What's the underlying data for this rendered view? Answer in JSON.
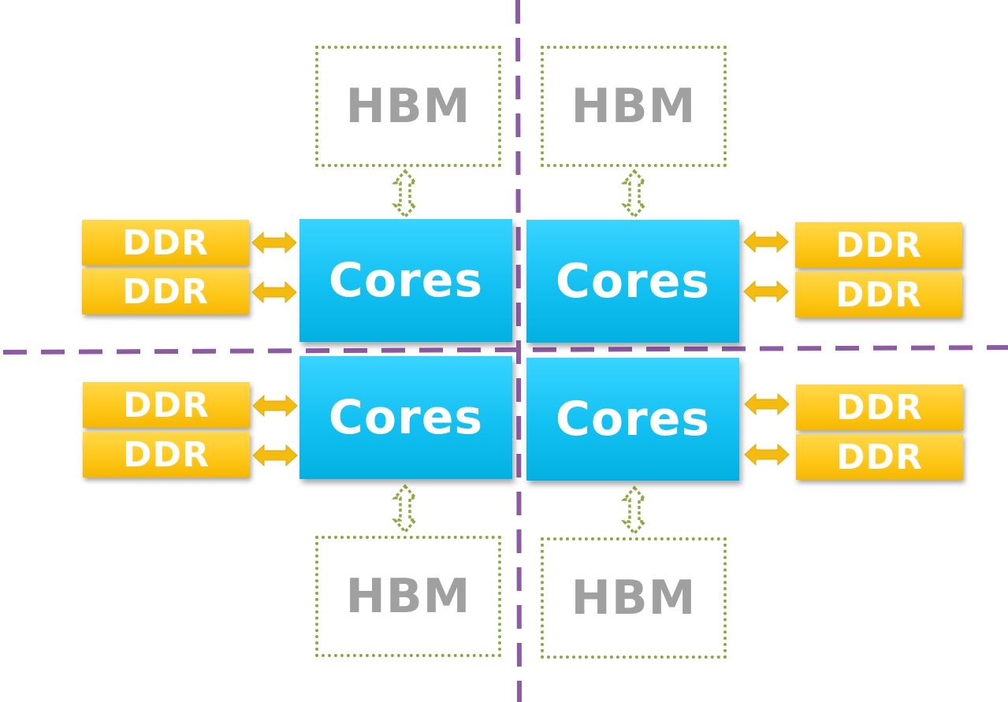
{
  "colors": {
    "cores": "#12c0f2",
    "ddr": "#ffc81b",
    "hbm_border": "#8aaa3e",
    "hbm_text": "#a0a0a0",
    "divider": "#8e5aa6",
    "ddr_arrow": "#f5bc10"
  },
  "quadrants": [
    {
      "cores": "Cores",
      "hbm": "HBM",
      "ddr": [
        "DDR",
        "DDR"
      ]
    },
    {
      "cores": "Cores",
      "hbm": "HBM",
      "ddr": [
        "DDR",
        "DDR"
      ]
    },
    {
      "cores": "Cores",
      "hbm": "HBM",
      "ddr": [
        "DDR",
        "DDR"
      ]
    },
    {
      "cores": "Cores",
      "hbm": "HBM",
      "ddr": [
        "DDR",
        "DDR"
      ]
    }
  ]
}
